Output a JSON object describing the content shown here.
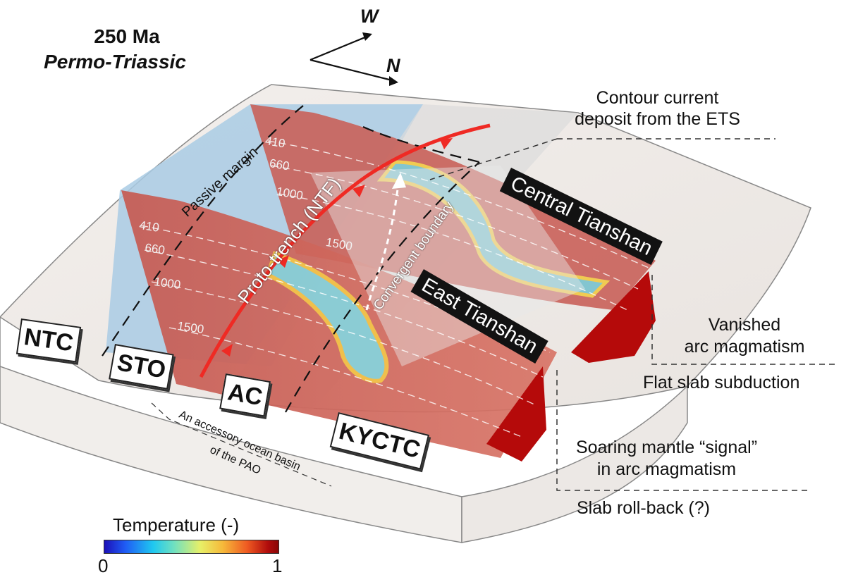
{
  "title": {
    "age": "250 Ma",
    "period": "Permo-Triassic"
  },
  "compass": {
    "west": "W",
    "north": "N"
  },
  "annotations": {
    "contour_current": [
      "Contour current",
      "deposit from the ETS"
    ],
    "vanished": [
      "Vanished",
      "arc magmatism"
    ],
    "flat_slab": "Flat slab subduction",
    "soaring": [
      "Soaring mantle “signal”",
      "in arc magmatism"
    ],
    "rollback": "Slab roll-back (?)",
    "passive_margin": "Passive margin",
    "proto_trench": "Proto-trench (NTF)",
    "convergent": "Convergent boundary",
    "accessory_basin": [
      "An accessory ocean basin",
      "of the PAO"
    ]
  },
  "blocks": {
    "central": "Central Tianshan",
    "east": "East Tianshan",
    "ntc": "NTC",
    "sto": "STO",
    "ac": "AC",
    "kyctc": "KYCTC"
  },
  "depths": {
    "west_section": [
      "410",
      "660",
      "1000",
      "1500"
    ],
    "back_section": [
      "410",
      "660",
      "1000",
      "1500"
    ]
  },
  "colorbar": {
    "label": "Temperature (-)",
    "min": "0",
    "max": "1"
  },
  "colors": {
    "slab_red": "#d2665c",
    "deep_red": "#b50a0a",
    "ocean_blue": "#a9cbe4",
    "trench_red": "#ef2a24",
    "box_gray": "#ede9e6"
  }
}
